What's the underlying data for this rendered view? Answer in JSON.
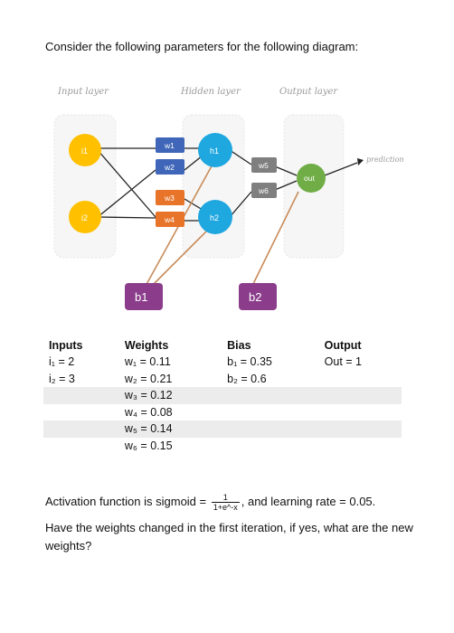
{
  "intro": "Consider the following parameters for the following diagram:",
  "diagram": {
    "layer_labels": {
      "input": "Input layer",
      "hidden": "Hidden layer",
      "output": "Output layer"
    },
    "nodes": {
      "i1": "i1",
      "i2": "i2",
      "h1": "h1",
      "h2": "h2",
      "out": "out"
    },
    "weights": [
      "w1",
      "w2",
      "w3",
      "w4",
      "w5",
      "w6"
    ],
    "biases": {
      "b1": "b1",
      "b2": "b2"
    },
    "prediction_label": "prediction",
    "colors": {
      "input": "#FFC000",
      "hidden": "#1FA7DF",
      "output": "#70AD47",
      "w_blue": "#3F66B8",
      "w_orange": "#E8742A",
      "w_gray": "#7F7F7F",
      "bias": "#8B3D8B",
      "bias_line": "#C88B5A"
    }
  },
  "table": {
    "headers": [
      "Inputs",
      "Weights",
      "Bias",
      "Output"
    ],
    "rows": [
      [
        "i₁ = 2",
        "w₁ = 0.11",
        "b₁ = 0.35",
        "Out = 1"
      ],
      [
        "i₂ = 3",
        "w₂ = 0.21",
        "b₂ = 0.6",
        ""
      ],
      [
        "",
        "w₃ = 0.12",
        "",
        ""
      ],
      [
        "",
        "w₄ = 0.08",
        "",
        ""
      ],
      [
        "",
        "w₅ = 0.14",
        "",
        ""
      ],
      [
        "",
        "w₆ = 0.15",
        "",
        ""
      ]
    ]
  },
  "activation": {
    "prefix": "Activation function is sigmoid =",
    "numerator": "1",
    "denominator": "1+e^-x",
    "suffix": ", and learning rate = 0.05."
  },
  "question": "Have the weights changed in the first iteration, if yes, what are the new weights?"
}
